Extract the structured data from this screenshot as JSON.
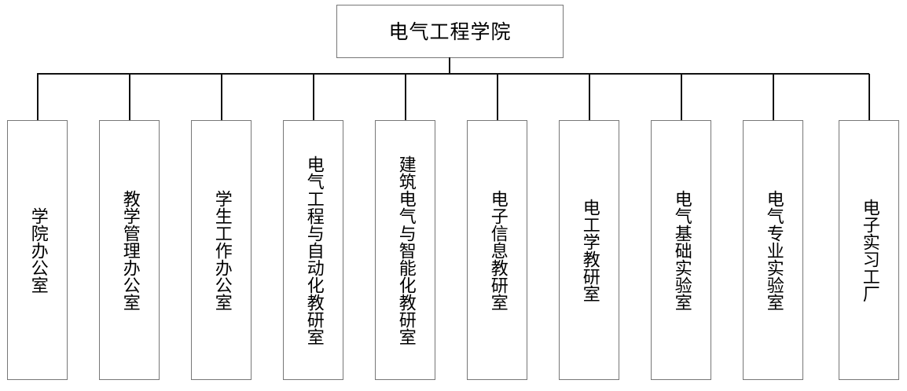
{
  "diagram": {
    "type": "organizational-chart",
    "orientation": "top-down",
    "background_color": "#ffffff",
    "line_color": "#111111",
    "box_border_color": "#777777",
    "text_color": "#000000",
    "root": {
      "label": "电气工程学院",
      "text_direction": "horizontal"
    },
    "children_text_direction": "vertical",
    "children": [
      {
        "label": "学院办公室"
      },
      {
        "label": "教学管理办公室"
      },
      {
        "label": "学生工作办公室"
      },
      {
        "label": "电气工程与自动化教研室"
      },
      {
        "label": "建筑电气与智能化教研室"
      },
      {
        "label": "电子信息教研室"
      },
      {
        "label": "电工学教研室"
      },
      {
        "label": "电气基础实验室"
      },
      {
        "label": "电气专业实验室"
      },
      {
        "label": "电子实习工厂"
      }
    ]
  }
}
